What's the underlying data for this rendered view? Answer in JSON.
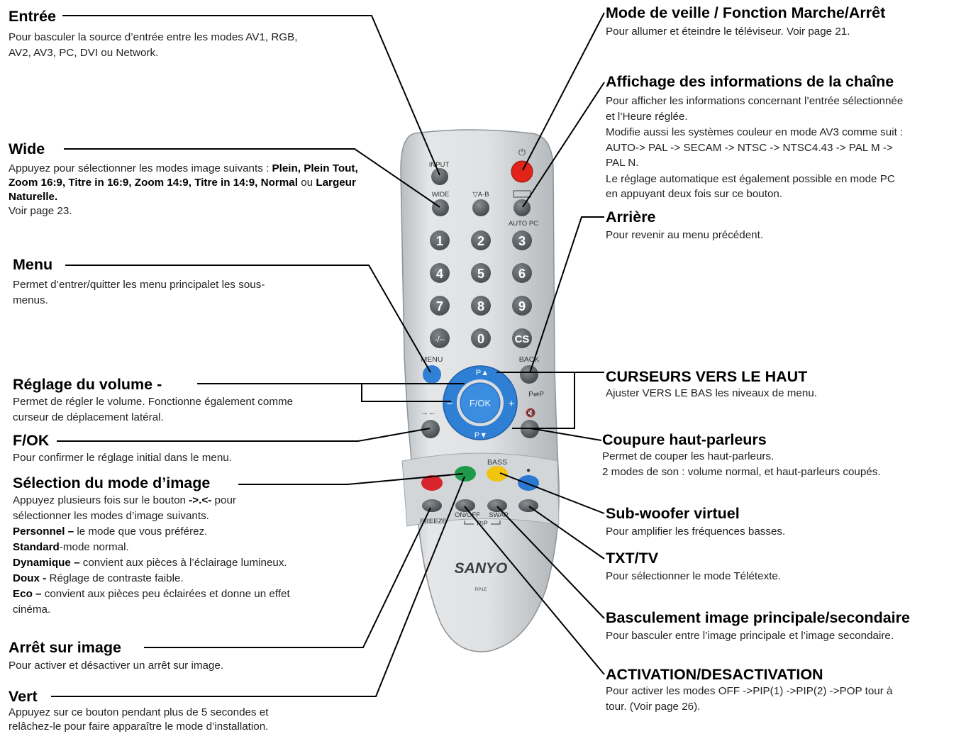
{
  "remote": {
    "brand": "SANYO",
    "model": "RP1E",
    "labels": {
      "input": "INPUT",
      "wide": "WIDE",
      "ab": "▽A·B",
      "autopc": "AUTO PC",
      "menu": "MENU",
      "back": "BACK",
      "fok": "F/OK",
      "up": "P▲",
      "down": "P▼",
      "minus": "−",
      "plus": "+",
      "pp": "P⇌P",
      "bass": "BASS",
      "freeze": "FREEZE",
      "onoff": "ON/OFF",
      "swap": "SWAP",
      "pip": "PIP",
      "cs": "CS",
      "dash": "-/--",
      "power": "⏻",
      "dot": "●"
    },
    "digits": [
      "1",
      "2",
      "3",
      "4",
      "5",
      "6",
      "7",
      "8",
      "9",
      "0"
    ],
    "colors": {
      "body": "#d9dcde",
      "button": "#5b6064",
      "power": "#e2231a",
      "nav": "#2f7fd4",
      "red": "#d8252d",
      "green": "#1f9a4b",
      "yellow": "#f1c40f",
      "blue": "#2b78d0"
    }
  },
  "callouts": {
    "entree": {
      "title": "Entrée",
      "lines": [
        "Pour basculer la source d’entrée entre les modes AV1, RGB,",
        "AV2, AV3, PC, DVI ou Network."
      ]
    },
    "wide": {
      "title": "Wide",
      "intro": "Appuyez pour sélectionner les modes image suivants :",
      "modes": "Plein, Plein Tout, Zoom 16:9, Titre in 16:9, Zoom 14:9, Titre in 14:9,",
      "normal": "Normal",
      "or": "ou",
      "largeur": "Largeur Naturelle.",
      "page": "Voir page 23."
    },
    "menu": {
      "title": "Menu",
      "lines": [
        "Permet d’entrer/quitter les menu principalet les sous-",
        "menus."
      ]
    },
    "volume": {
      "title": "Réglage du volume -",
      "lines": [
        "Permet de régler le volume. Fonctionne également comme",
        "curseur de déplacement latéral."
      ]
    },
    "fok": {
      "title": "F/OK",
      "lines": [
        "Pour confirmer le réglage initial dans le menu."
      ]
    },
    "picture": {
      "title": "Sélection du mode d’image",
      "intro1": "Appuyez plusieurs fois sur le bouton",
      "intro_key": "->.<-",
      "intro2": "pour",
      "intro3": "sélectionner les modes d’image suivants.",
      "modes": [
        {
          "name": "Personnel –",
          "desc": "le mode que vous préférez."
        },
        {
          "name": "Standard",
          "desc": "-mode normal."
        },
        {
          "name": "Dynamique –",
          "desc": "convient aux pièces à l’éclairage lumineux."
        },
        {
          "name": "Doux -",
          "desc": "Réglage de contraste faible."
        },
        {
          "name": "Eco –",
          "desc": "convient aux pièces peu éclairées et donne un effet"
        }
      ],
      "last": "cinéma."
    },
    "freeze": {
      "title": "Arrêt sur image",
      "lines": [
        "Pour activer et désactiver un arrêt sur image."
      ]
    },
    "vert": {
      "title": "Vert",
      "lines": [
        "Appuyez sur ce bouton pendant plus de 5 secondes et",
        "relâchez-le pour faire apparaître le mode d’installation."
      ]
    },
    "standby": {
      "title": "Mode de veille / Fonction Marche/Arrêt",
      "lines": [
        "Pour allumer et éteindre le téléviseur. Voir page 21."
      ]
    },
    "info": {
      "title": "Affichage des informations de la chaîne",
      "lines": [
        "Pour afficher les informations concernant l’entrée sélectionnée",
        "et l’Heure réglée.",
        "Modifie aussi les systèmes couleur en mode AV3 comme suit :",
        "AUTO-> PAL -> SECAM -> NTSC -> NTSC4.43 -> PAL M ->",
        "PAL N.",
        "Le réglage automatique est également possible en mode PC",
        "en appuyant deux fois sur ce bouton."
      ]
    },
    "back": {
      "title": "Arrière",
      "lines": [
        "Pour revenir au menu précédent."
      ]
    },
    "cursor": {
      "title": "CURSEURS VERS LE HAUT",
      "lines": [
        "Ajuster VERS LE BAS les niveaux de menu."
      ]
    },
    "mute": {
      "title": "Coupure haut-parleurs",
      "lines": [
        "Permet de couper les haut-parleurs.",
        "2 modes de son : volume normal, et haut-parleurs coupés."
      ]
    },
    "woofer": {
      "title": "Sub-woofer virtuel",
      "lines": [
        "Pour amplifier les fréquences basses."
      ]
    },
    "txt": {
      "title": "TXT/TV",
      "lines": [
        "Pour sélectionner le mode Télétexte."
      ]
    },
    "swap": {
      "title": "Basculement image principale/secondaire",
      "lines": [
        "Pour basculer entre l’image principale et l’image secondaire."
      ]
    },
    "pip": {
      "title": "ACTIVATION/DESACTIVATION",
      "lines": [
        "Pour activer les modes OFF ->PIP(1) ->PIP(2) ->POP tour à",
        "tour. (Voir page 26)."
      ]
    }
  }
}
